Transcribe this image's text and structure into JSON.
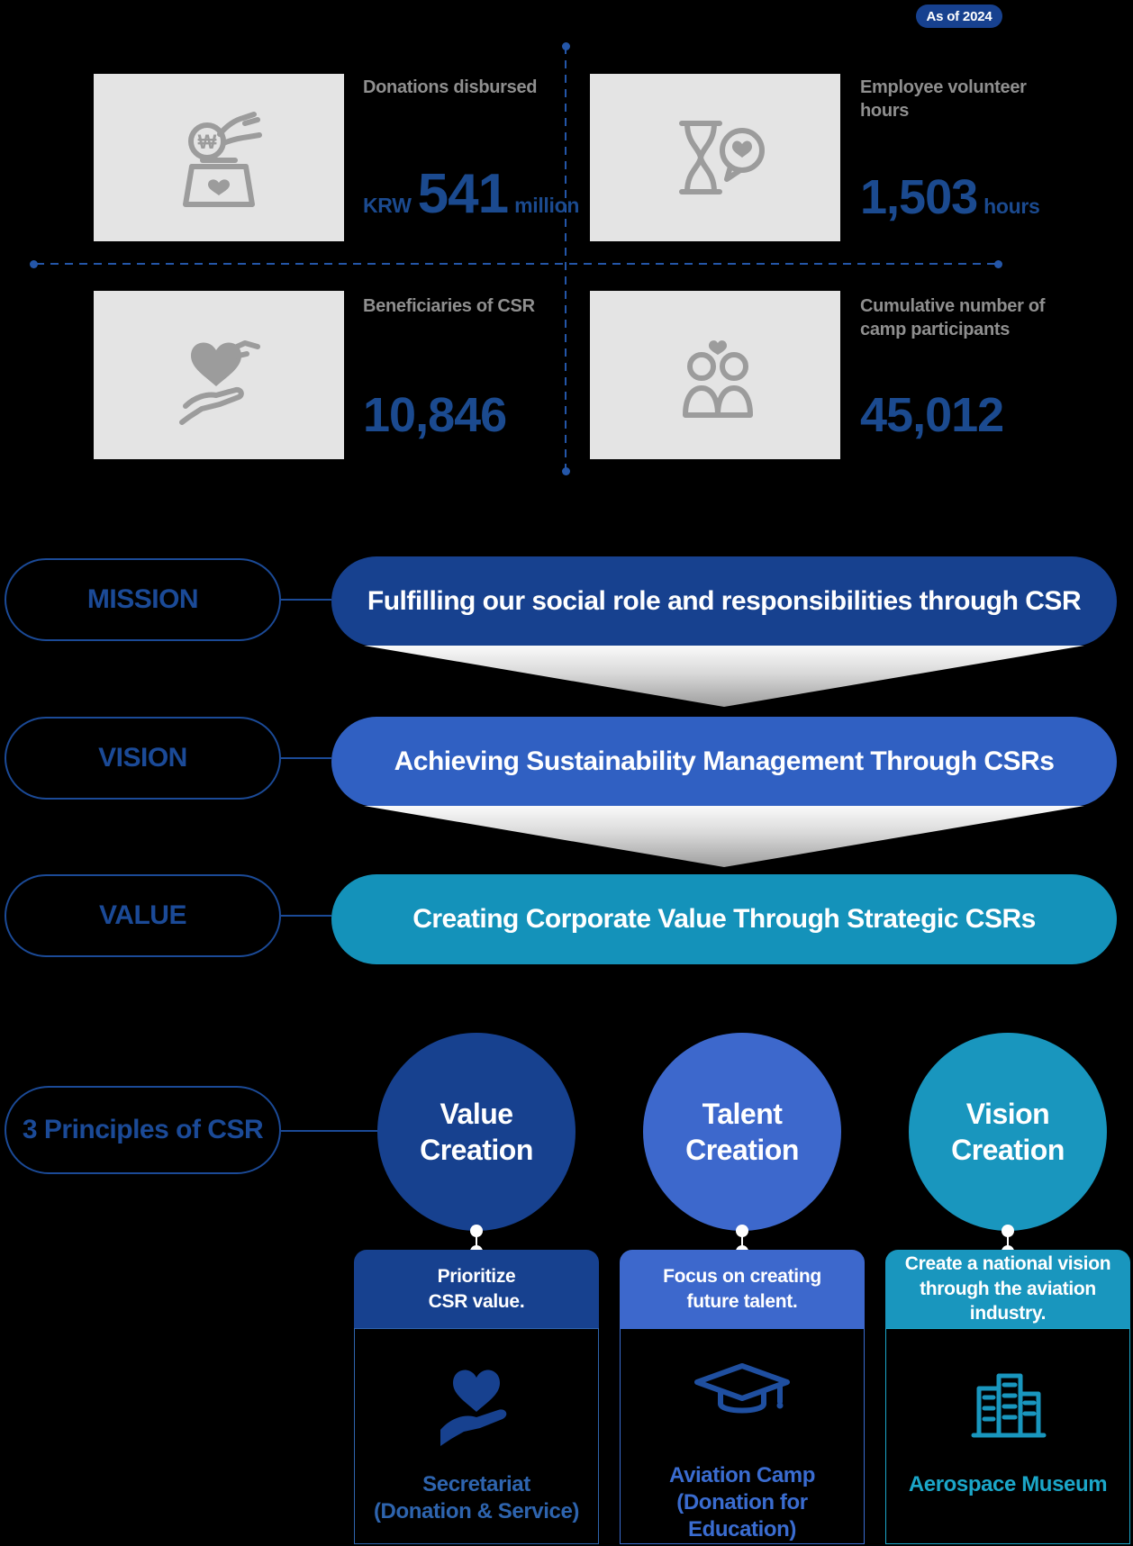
{
  "badge": {
    "label": "As of 2024"
  },
  "stats": [
    {
      "icon": "donation-box-icon",
      "label": "Donations disbursed",
      "prefix": "KRW",
      "value": "541",
      "suffix": "million"
    },
    {
      "icon": "volunteer-hours-icon",
      "label": "Employee volunteer hours",
      "prefix": "",
      "value": "1,503",
      "suffix": "hours"
    },
    {
      "icon": "giving-heart-icon",
      "label": "Beneficiaries of CSR",
      "prefix": "",
      "value": "10,846",
      "suffix": ""
    },
    {
      "icon": "camp-participants-icon",
      "label": "Cumulative number of camp participants",
      "prefix": "",
      "value": "45,012",
      "suffix": ""
    }
  ],
  "statements": [
    {
      "label": "MISSION",
      "text": "Fulfilling our social role and responsibilities through CSR",
      "color": "#17418f"
    },
    {
      "label": "VISION",
      "text": "Achieving Sustainability Management Through CSRs",
      "color": "#3060c2"
    },
    {
      "label": "VALUE",
      "text": "Creating Corporate Value Through Strategic CSRs",
      "color": "#1492ba"
    }
  ],
  "principles": {
    "label": "3 Principles of CSR",
    "items": [
      {
        "circle_line1": "Value",
        "circle_line2": "Creation",
        "color": "#17418f",
        "accent": "#2e64ae",
        "desc_line1": "Prioritize",
        "desc_line2": "CSR value.",
        "icon": "heart-in-hand-icon",
        "program_line1": "Secretariat",
        "program_line2": "(Donation & Service)"
      },
      {
        "circle_line1": "Talent",
        "circle_line2": "Creation",
        "color": "#3d68cc",
        "accent": "#3a6cd0",
        "desc_line1": "Focus on creating",
        "desc_line2": "future talent.",
        "icon": "graduation-cap-icon",
        "program_line1": "Aviation Camp",
        "program_line2": "(Donation for Education)"
      },
      {
        "circle_line1": "Vision",
        "circle_line2": "Creation",
        "color": "#1996be",
        "accent": "#1ba6c8",
        "desc_line1": "Create a national vision",
        "desc_line2": "through the aviation industry.",
        "icon": "museum-icon",
        "program_line1": "Aerospace Museum",
        "program_line2": ""
      }
    ]
  },
  "colors": {
    "navy": "#17418f",
    "royal": "#3d68cc",
    "teal": "#1996be",
    "number_blue": "#1b4a8f",
    "label_gray": "#8f8f8f",
    "card_gray": "#e4e4e4",
    "icon_gray": "#9c9c9c",
    "line_blue": "#2456a8",
    "background": "#000000"
  }
}
